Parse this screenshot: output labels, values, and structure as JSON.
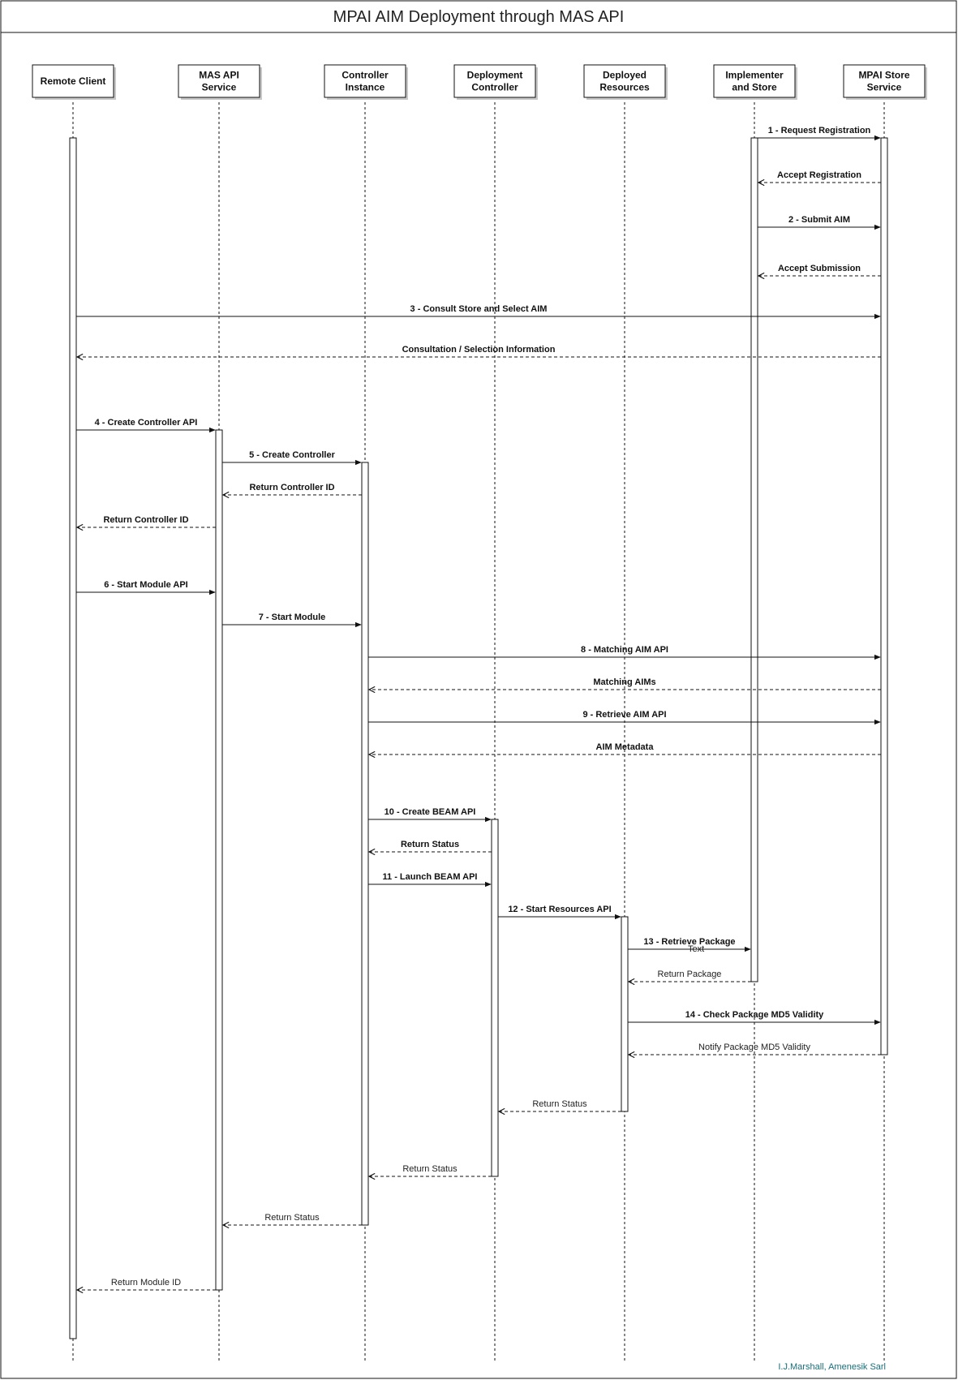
{
  "title": "MPAI AIM Deployment through MAS API",
  "credit": "I.J.Marshall, Amenesik Sarl",
  "stray_label": "Text",
  "participants": [
    {
      "id": "remote_client",
      "lines": [
        "Remote Client"
      ]
    },
    {
      "id": "mas_api_service",
      "lines": [
        "MAS API",
        "Service"
      ]
    },
    {
      "id": "controller_instance",
      "lines": [
        "Controller",
        "Instance"
      ]
    },
    {
      "id": "deployment_controller",
      "lines": [
        "Deployment",
        "Controller"
      ]
    },
    {
      "id": "deployed_resources",
      "lines": [
        "Deployed",
        "Resources"
      ]
    },
    {
      "id": "implementer_store",
      "lines": [
        "Implementer",
        "and Store"
      ]
    },
    {
      "id": "mpai_store_service",
      "lines": [
        "MPAI Store",
        "Service"
      ]
    }
  ],
  "messages": [
    {
      "from": 5,
      "to": 6,
      "kind": "call",
      "label": "1 - Request Registration"
    },
    {
      "from": 6,
      "to": 5,
      "kind": "return",
      "label": "Accept Registration"
    },
    {
      "from": 5,
      "to": 6,
      "kind": "call",
      "label": "2 - Submit AIM"
    },
    {
      "from": 6,
      "to": 5,
      "kind": "return",
      "label": "Accept Submission"
    },
    {
      "from": 0,
      "to": 6,
      "kind": "call",
      "label": "3 - Consult Store and Select AIM"
    },
    {
      "from": 6,
      "to": 0,
      "kind": "return",
      "label": "Consultation / Selection Information"
    },
    {
      "from": 0,
      "to": 1,
      "kind": "call",
      "label": "4 - Create Controller API"
    },
    {
      "from": 1,
      "to": 2,
      "kind": "call",
      "label": "5 - Create Controller"
    },
    {
      "from": 2,
      "to": 1,
      "kind": "return",
      "label": "Return Controller ID"
    },
    {
      "from": 1,
      "to": 0,
      "kind": "return",
      "label": "Return Controller ID"
    },
    {
      "from": 0,
      "to": 1,
      "kind": "call",
      "label": "6 - Start Module API"
    },
    {
      "from": 1,
      "to": 2,
      "kind": "call",
      "label": "7 - Start Module"
    },
    {
      "from": 2,
      "to": 6,
      "kind": "call",
      "label": "8 - Matching AIM API"
    },
    {
      "from": 6,
      "to": 2,
      "kind": "return",
      "label": "Matching AIMs"
    },
    {
      "from": 2,
      "to": 6,
      "kind": "call",
      "label": "9 - Retrieve AIM API"
    },
    {
      "from": 6,
      "to": 2,
      "kind": "return",
      "label": "AIM Metadata"
    },
    {
      "from": 2,
      "to": 3,
      "kind": "call",
      "label": "10 - Create BEAM API"
    },
    {
      "from": 3,
      "to": 2,
      "kind": "return",
      "label": "Return Status"
    },
    {
      "from": 2,
      "to": 3,
      "kind": "call",
      "label": "11 - Launch BEAM API"
    },
    {
      "from": 3,
      "to": 4,
      "kind": "call",
      "label": "12 - Start Resources API"
    },
    {
      "from": 4,
      "to": 5,
      "kind": "call",
      "label": "13 - Retrieve Package"
    },
    {
      "from": 5,
      "to": 4,
      "kind": "return",
      "label": "Return Package"
    },
    {
      "from": 4,
      "to": 6,
      "kind": "call",
      "label": "14 - Check Package MD5 Validity"
    },
    {
      "from": 6,
      "to": 4,
      "kind": "return",
      "label": "Notify Package MD5 Validity"
    },
    {
      "from": 4,
      "to": 3,
      "kind": "return",
      "label": "Return Status"
    },
    {
      "from": 3,
      "to": 2,
      "kind": "return",
      "label": "Return Status"
    },
    {
      "from": 2,
      "to": 1,
      "kind": "return",
      "label": "Return Status"
    },
    {
      "from": 1,
      "to": 0,
      "kind": "return",
      "label": "Return Module ID"
    }
  ],
  "activations": [
    {
      "participant": 0
    },
    {
      "participant": 1
    },
    {
      "participant": 2
    },
    {
      "participant": 3
    },
    {
      "participant": 4
    },
    {
      "participant": 5
    },
    {
      "participant": 6
    }
  ],
  "colors": {
    "line": "#111111",
    "activation_fill": "#ffffff",
    "credit": "#1a6e7a"
  }
}
